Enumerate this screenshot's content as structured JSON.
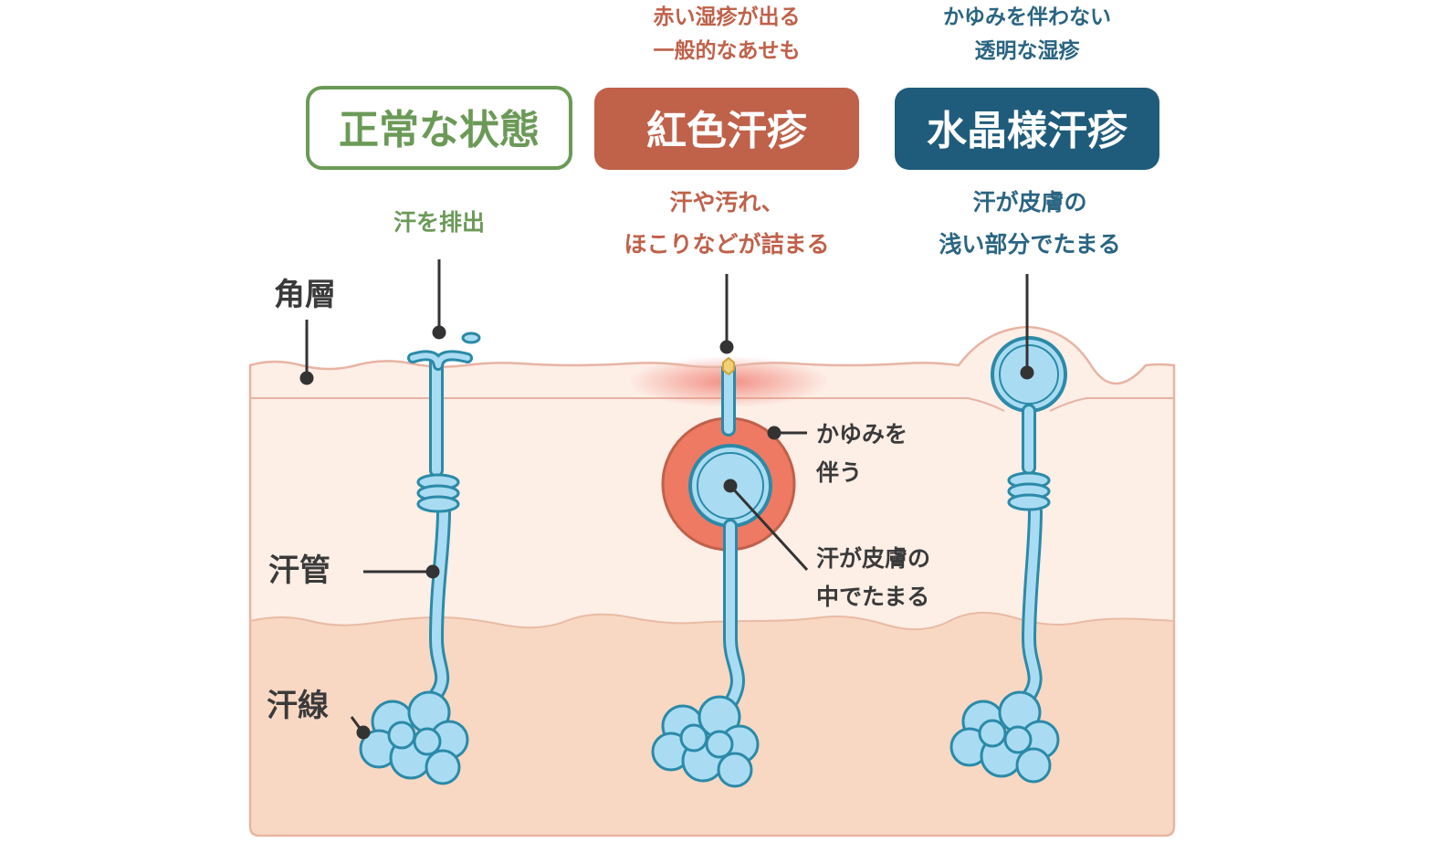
{
  "columns": {
    "normal": {
      "title": "正常な状態",
      "desc": "汗を排出"
    },
    "rubra": {
      "subtitle_line1": "赤い湿疹が出る",
      "subtitle_line2": "一般的なあせも",
      "title": "紅色汗疹",
      "desc_line1": "汗や汚れ、",
      "desc_line2": "ほこりなどが詰まる",
      "note_itch_line1": "かゆみを",
      "note_itch_line2": "伴う",
      "note_sweat_line1": "汗が皮膚の",
      "note_sweat_line2": "中でたまる"
    },
    "crystallina": {
      "subtitle_line1": "かゆみを伴わない",
      "subtitle_line2": "透明な湿疹",
      "title": "水晶様汗疹",
      "desc_line1": "汗が皮膚の",
      "desc_line2": "浅い部分でたまる"
    }
  },
  "layers": {
    "stratum_corneum": "角層",
    "sweat_duct": "汗管",
    "sweat_gland": "汗線"
  },
  "colors": {
    "green": "#6b9a57",
    "red": "#c0614a",
    "blue": "#2a6582",
    "duct": "#a9dcf2",
    "duct_outline": "#2b8aa8",
    "skin_top": "#fdeee6",
    "skin_deep": "#f8d8c3",
    "skin_border": "#e7b4a4"
  }
}
